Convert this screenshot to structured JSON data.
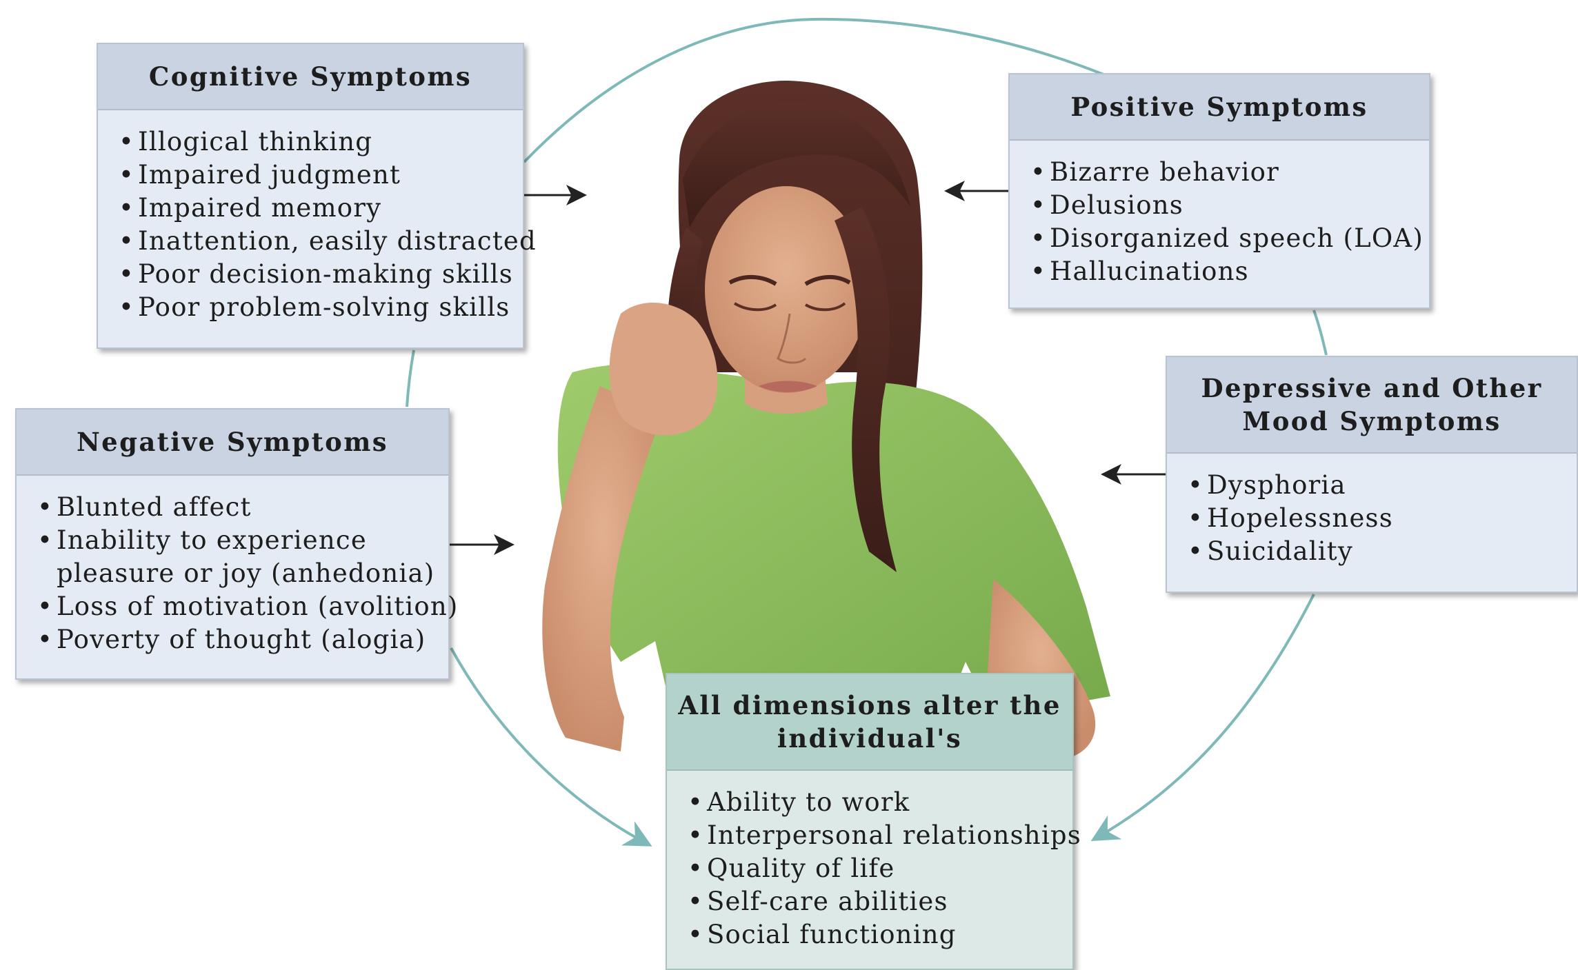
{
  "colors": {
    "box_background": "#e5ebf4",
    "box_header": "#c9d3e2",
    "outcome_background": "#dde9e6",
    "outcome_header": "#b3d2cb",
    "cycle_arc": "#7fb8b8",
    "shirt": "#8fbf5e",
    "hair": "#4a2620"
  },
  "illustration": "woman-with-head-resting-on-hand",
  "boxes": {
    "cognitive": {
      "title": "Cognitive Symptoms",
      "bullet": "•",
      "items": [
        "Illogical thinking",
        "Impaired judgment",
        "Impaired memory",
        "Inattention, easily distracted",
        "Poor decision-making skills",
        "Poor problem-solving skills"
      ]
    },
    "positive": {
      "title": "Positive Symptoms",
      "bullet": "•",
      "items": [
        "Bizarre behavior",
        "Delusions",
        "Disorganized speech (LOA)",
        "Hallucinations"
      ]
    },
    "negative": {
      "title": "Negative Symptoms",
      "bullet": "•",
      "items": [
        "Blunted affect",
        "Inability to experience",
        "Loss of motivation (avolition)",
        "Poverty of thought (alogia)"
      ],
      "item_continuation": "pleasure or joy (anhedonia)"
    },
    "mood": {
      "title_line1": "Depressive and Other",
      "title_line2": "Mood Symptoms",
      "bullet": "•",
      "items": [
        "Dysphoria",
        "Hopelessness",
        "Suicidality"
      ]
    },
    "outcomes": {
      "title_line1": "All dimensions alter the",
      "title_line2": "individual's",
      "bullet": "•",
      "items": [
        "Ability to work",
        "Interpersonal relationships",
        "Quality of life",
        "Self-care abilities",
        "Social functioning"
      ]
    }
  }
}
